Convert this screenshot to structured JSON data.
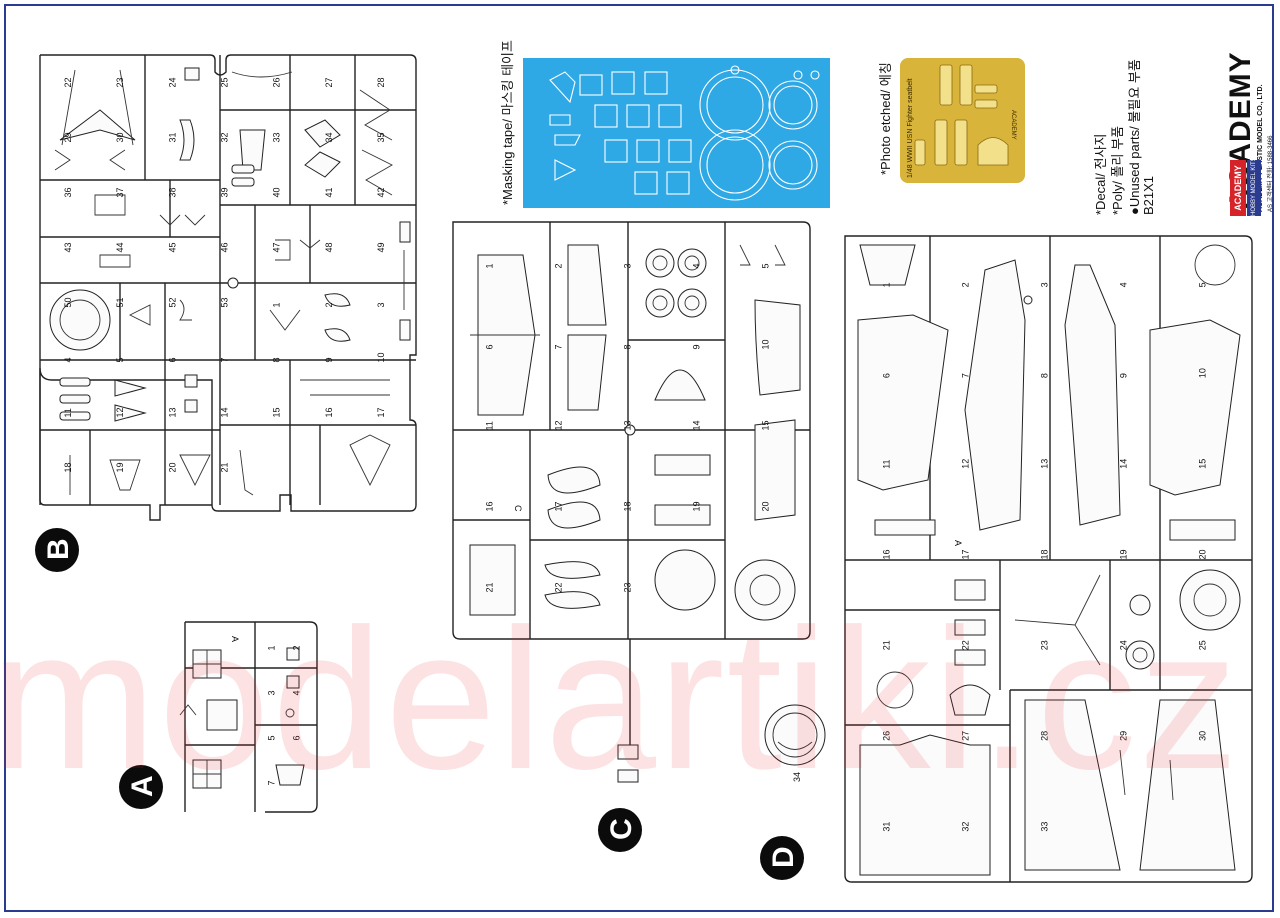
{
  "sprue_letters": [
    "A",
    "B",
    "C",
    "D"
  ],
  "sprue_tags": {
    "A": "A",
    "C": "C",
    "D": "A"
  },
  "labels": {
    "masking_tape": "*Masking tape/ 마스킹 테이프",
    "photo_etched": "*Photo etched/ 에칭",
    "pe_caption": "1/48 WWII USN Fighter seatbelt",
    "pe_brand": "ACADEMY",
    "decal": "*Decal/ 전사지",
    "poly": "*Poly/ 폴리 부품",
    "unused_parts": "●Unused parts/ 불필요 부품",
    "unused_code": "B21X1"
  },
  "brand": {
    "logo": "ACADEMY",
    "company": "ACADEMY PLASTIC MODEL CO., LTD.",
    "address": "AS 고객센터 전화: 1588-3466",
    "tag_left": "ACADEMY",
    "tag_right": "HOBBY MODEL KITS"
  },
  "standalone_part": "34",
  "watermark": "modelartiki.cz",
  "colors": {
    "frame": "#2b3b8f",
    "masking": "#2fa8e6",
    "photo_etch": "#d8b43a",
    "badge_red": "#d6232a",
    "badge_blue": "#2b3b8f"
  },
  "part_numbers": {
    "B": [
      "22",
      "23",
      "24",
      "25",
      "26",
      "27",
      "28",
      "29",
      "30",
      "31",
      "32",
      "33",
      "34",
      "35",
      "36",
      "37",
      "38",
      "39",
      "40",
      "41",
      "42",
      "43",
      "44",
      "45",
      "46",
      "47",
      "48",
      "49",
      "50",
      "51",
      "52",
      "53",
      "1",
      "2",
      "3",
      "4",
      "5",
      "6",
      "7",
      "8",
      "9",
      "10",
      "11",
      "12",
      "13",
      "14",
      "15",
      "16",
      "17",
      "18",
      "19",
      "20",
      "21"
    ],
    "C": [
      "1",
      "2",
      "3",
      "4",
      "5",
      "6",
      "7",
      "8",
      "9",
      "10",
      "11",
      "12",
      "13",
      "14",
      "15",
      "16",
      "17",
      "18",
      "19",
      "20",
      "21",
      "22",
      "23"
    ],
    "D": [
      "1",
      "2",
      "3",
      "4",
      "5",
      "6",
      "7",
      "8",
      "9",
      "10",
      "11",
      "12",
      "13",
      "14",
      "15",
      "16",
      "17",
      "18",
      "19",
      "20",
      "21",
      "22",
      "23",
      "24",
      "25",
      "26",
      "27",
      "28",
      "29",
      "30",
      "31",
      "32",
      "33"
    ],
    "A": [
      "1",
      "2",
      "3",
      "4",
      "5",
      "6",
      "7"
    ]
  }
}
